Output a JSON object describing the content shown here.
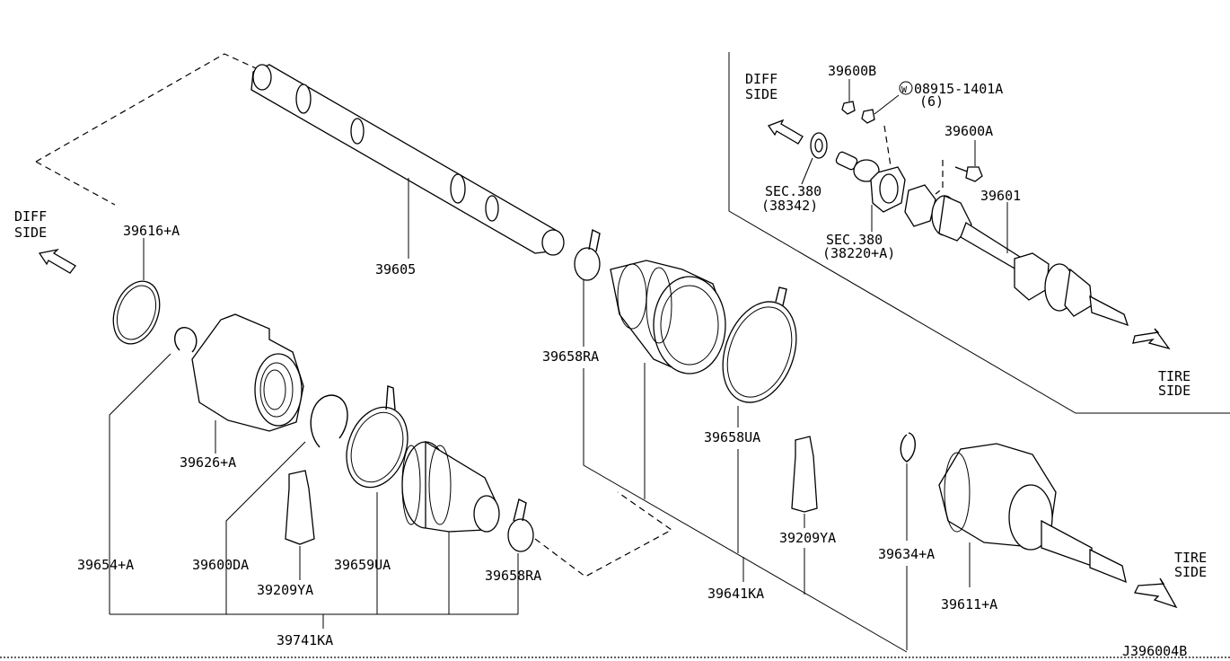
{
  "labels": {
    "diff_side_left": [
      "DIFF",
      "SIDE"
    ],
    "diff_side_inset": [
      "DIFF",
      "SIDE"
    ],
    "tire_side_inset": [
      "TIRE",
      "SIDE"
    ],
    "tire_side_right": [
      "TIRE",
      "SIDE"
    ],
    "p39616": "39616+A",
    "p39605": "39605",
    "p39626": "39626+A",
    "p39654": "39654+A",
    "p39600DA": "39600DA",
    "p39209YA_left": "39209YA",
    "p39659UA": "39659UA",
    "p39658RA_left": "39658RA",
    "p39741KA": "39741KA",
    "p39658RA_right": "39658RA",
    "p39658UA": "39658UA",
    "p39209YA_right": "39209YA",
    "p39641KA": "39641KA",
    "p39634": "39634+A",
    "p39611": "39611+A",
    "p39600B": "39600B",
    "p08915": "08915-1401A",
    "p08915_qty": "(6)",
    "washer_symbol": "W",
    "p39600A": "39600A",
    "p39601": "39601",
    "sec380_a": "SEC.380",
    "sec380_a_ref": "(38342)",
    "sec380_b": "SEC.380",
    "sec380_b_ref": "(38220+A)",
    "diagram_code": "J396004B"
  }
}
